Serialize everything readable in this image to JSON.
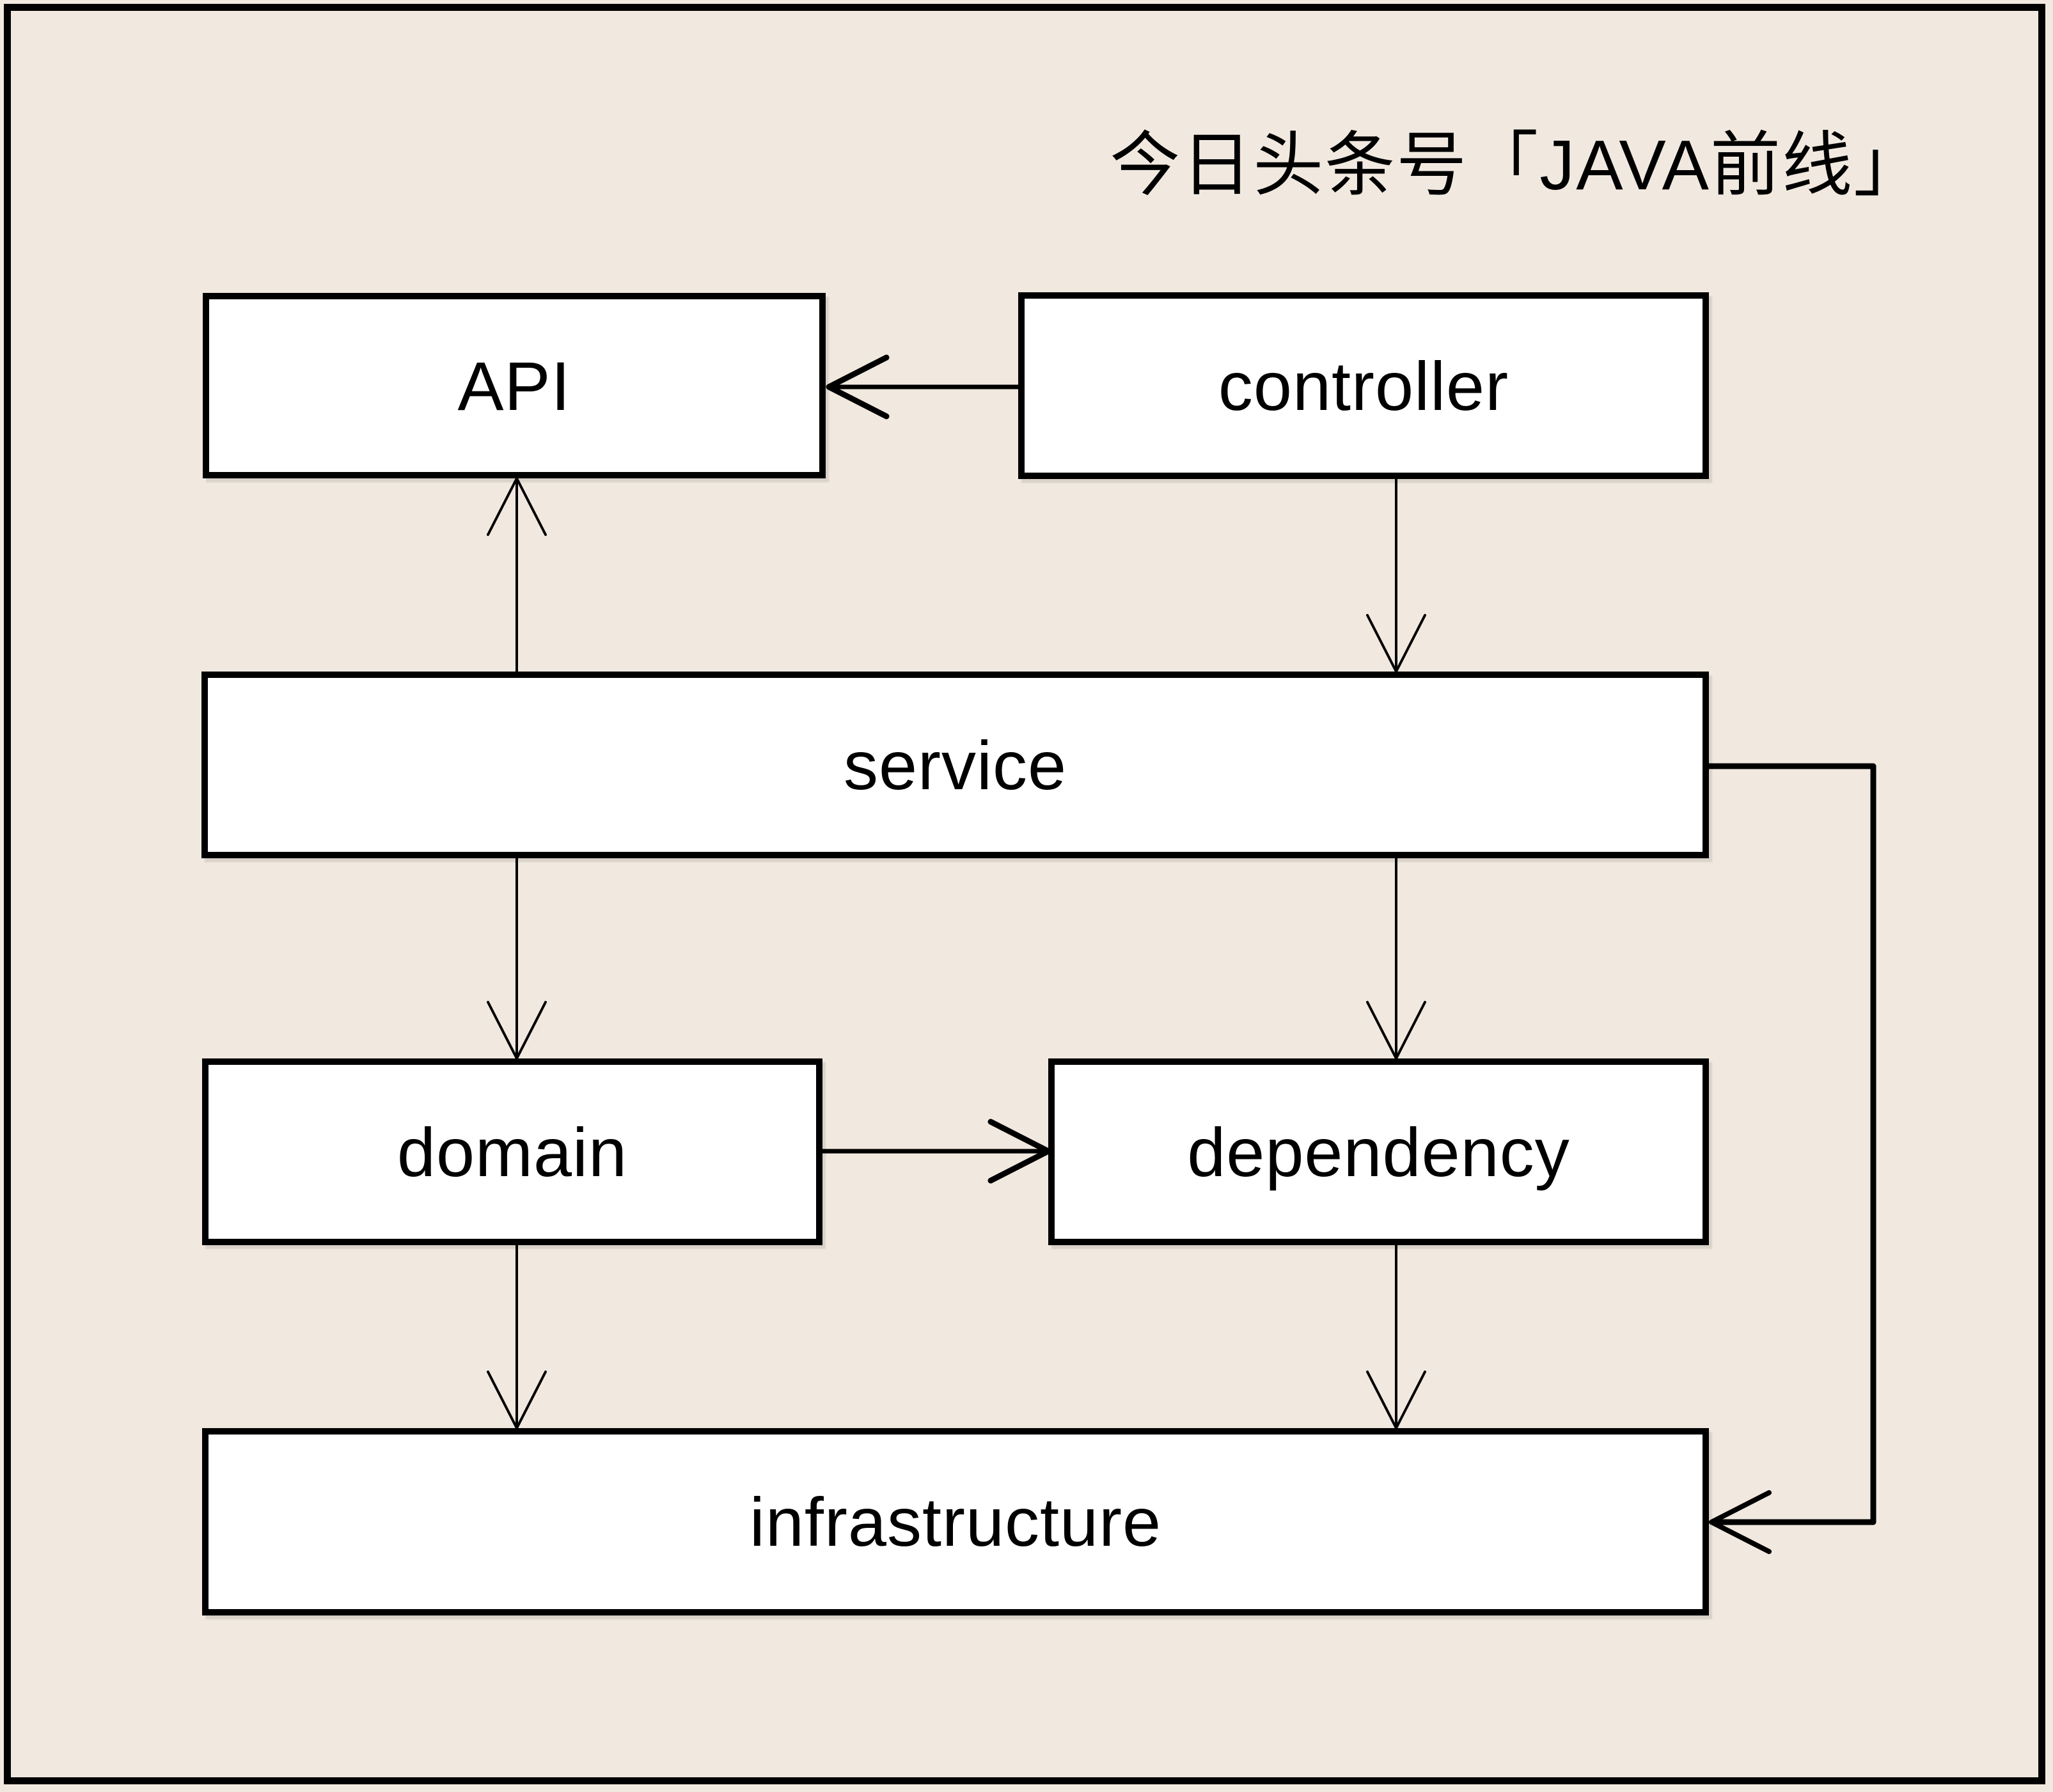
{
  "page": {
    "background_color": "#f1e9e0",
    "line_color": "#000000",
    "node_fill_color": "#ffffff"
  },
  "header": {
    "credit_text": "今日头条号「JAVA前线」"
  },
  "diagram": {
    "nodes": [
      {
        "id": "api",
        "label": "API"
      },
      {
        "id": "controller",
        "label": "controller"
      },
      {
        "id": "service",
        "label": "service"
      },
      {
        "id": "domain",
        "label": "domain"
      },
      {
        "id": "dependency",
        "label": "dependency"
      },
      {
        "id": "infrastructure",
        "label": "infrastructure"
      }
    ],
    "edges": [
      {
        "from": "controller",
        "to": "API"
      },
      {
        "from": "controller",
        "to": "service"
      },
      {
        "from": "service",
        "to": "API"
      },
      {
        "from": "service",
        "to": "domain"
      },
      {
        "from": "service",
        "to": "dependency"
      },
      {
        "from": "service",
        "to": "infrastructure"
      },
      {
        "from": "domain",
        "to": "dependency"
      },
      {
        "from": "domain",
        "to": "infrastructure"
      },
      {
        "from": "dependency",
        "to": "infrastructure"
      }
    ]
  }
}
